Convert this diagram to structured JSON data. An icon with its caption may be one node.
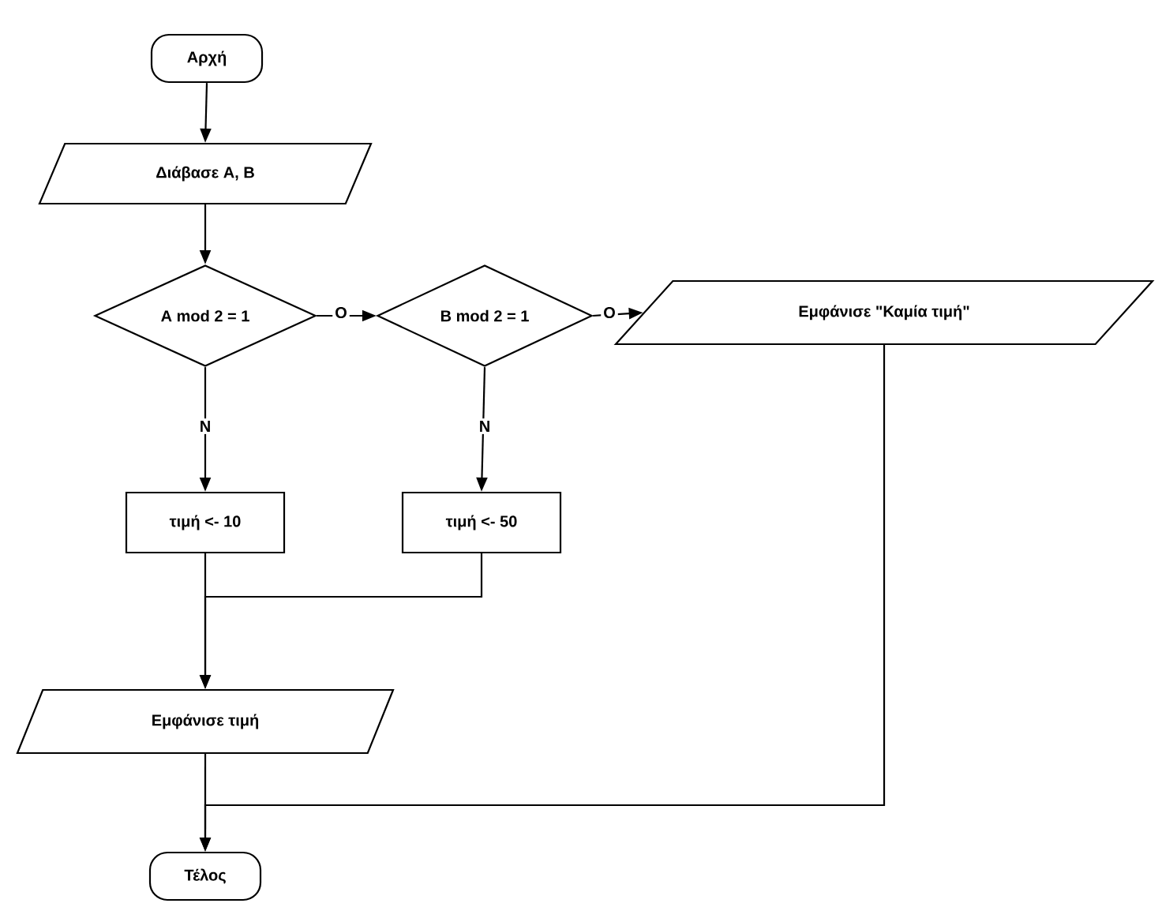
{
  "diagram": {
    "nodes": [
      {
        "text": [
          "Αρχή"
        ]
      },
      {
        "text": [
          "Διάβασε Α, Β"
        ]
      },
      {
        "text": [
          "Α mod 2 = 1"
        ]
      },
      {
        "text": [
          "Β mod 2 = 1"
        ]
      },
      {
        "text": [
          "Εμφάνισε \"Καμία τιμή\""
        ]
      },
      {
        "text": [
          "τιμή <- 10"
        ]
      },
      {
        "text": [
          "τιμή <- 50"
        ]
      },
      {
        "text": [
          "Εμφάνισε τιμή"
        ]
      },
      {
        "text": [
          "Τέλος"
        ]
      }
    ],
    "edges": [
      {
        "from": 0,
        "to": 1,
        "arrow": "to"
      },
      {
        "from": 1,
        "to": 2,
        "arrow": "to"
      },
      {
        "from": 2,
        "to": 3,
        "arrow": "to",
        "label": "Ο"
      },
      {
        "from": 3,
        "to": 4,
        "arrow": "to",
        "label": "Ο"
      },
      {
        "from": 2,
        "to": 5,
        "arrow": "to",
        "label": "Ν"
      },
      {
        "from": 3,
        "to": 6,
        "arrow": "to",
        "label": "Ν"
      },
      {
        "from": 5,
        "to": 7,
        "arrow": "to"
      },
      {
        "from": 6,
        "to": 7,
        "arrow": "to"
      },
      {
        "from": 7,
        "to": 8,
        "arrow": "to"
      },
      {
        "from": 4,
        "to": 8,
        "arrow": "to"
      }
    ]
  }
}
